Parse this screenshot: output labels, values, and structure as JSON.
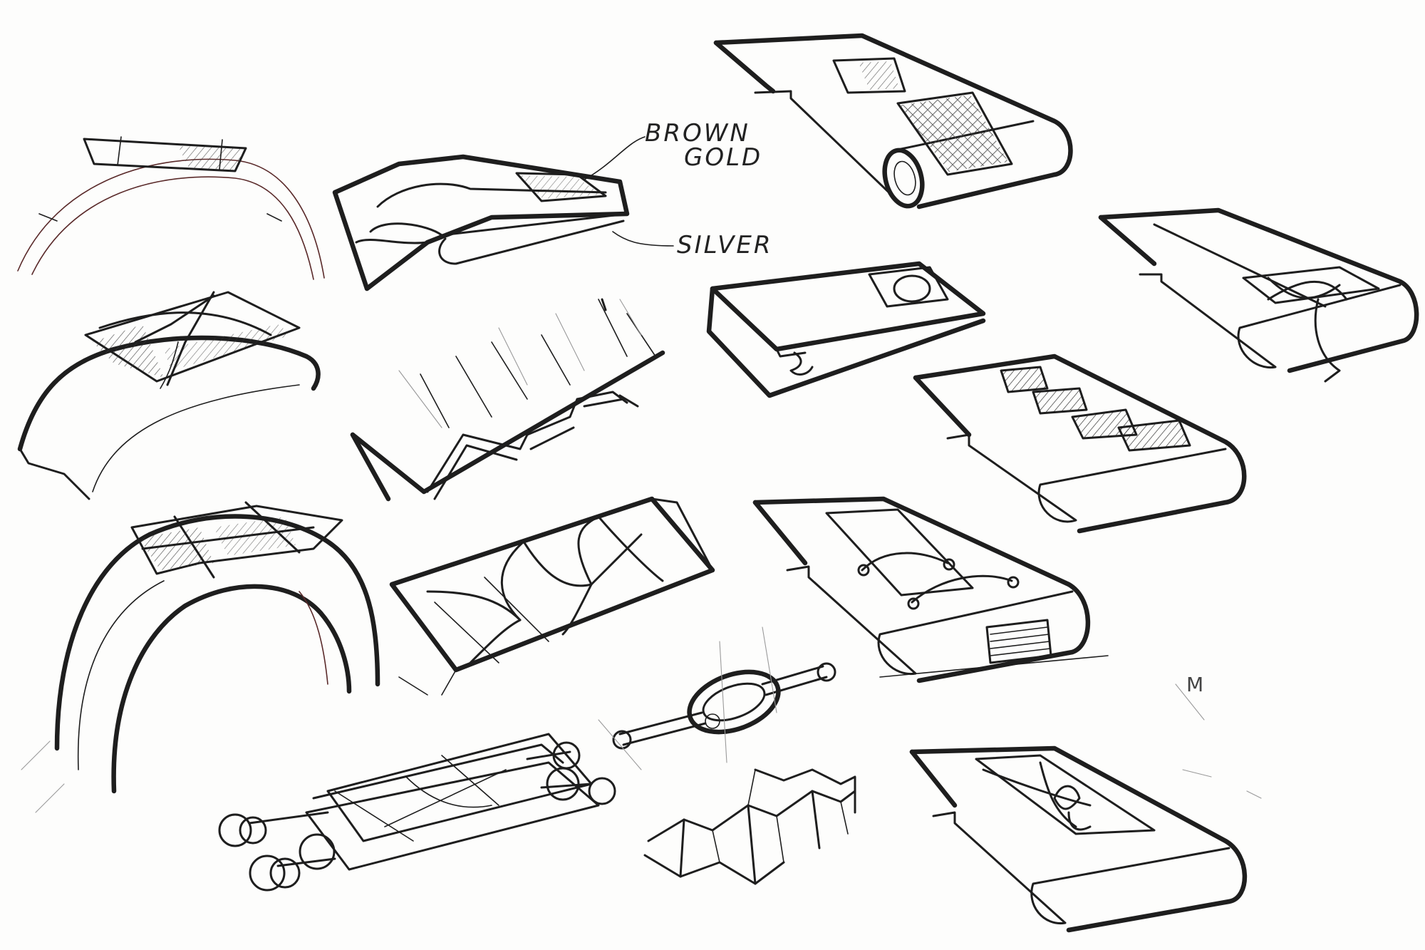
{
  "annotations": {
    "brown_gold_line1": "BROWN",
    "brown_gold_line2": "GOLD",
    "silver": "SILVER",
    "artist_mark": "M"
  },
  "colors": {
    "paper": "#fdfdfc",
    "ink": "#1e1e1e",
    "brown_pen": "#5a2a2a",
    "construction_lines": "#9a9a9a"
  }
}
